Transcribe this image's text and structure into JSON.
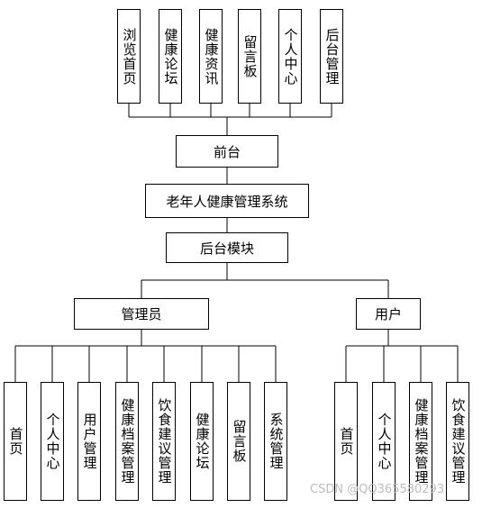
{
  "root": {
    "label": "老年人健康管理系统"
  },
  "frontend": {
    "label": "前台",
    "modules": [
      "浏览首页",
      "健康论坛",
      "健康资讯",
      "留言板",
      "个人中心",
      "后台管理"
    ]
  },
  "backend": {
    "label": "后台模块"
  },
  "admin": {
    "label": "管理员",
    "modules": [
      "首页",
      "个人中心",
      "用户管理",
      "健康档案管理",
      "饮食建议管理",
      "健康论坛",
      "留言板",
      "系统管理"
    ]
  },
  "user": {
    "label": "用户",
    "modules": [
      "首页",
      "个人中心",
      "健康档案管理",
      "饮食建议管理"
    ]
  },
  "watermark": "CSDN @QQ365580293"
}
